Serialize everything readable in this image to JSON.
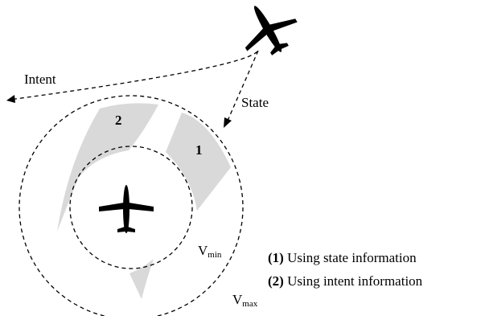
{
  "labels": {
    "intent": "Intent",
    "state": "State",
    "zone_1": "1",
    "zone_2": "2",
    "v_min_base": "V",
    "v_min_sub": "min",
    "v_max_base": "V",
    "v_max_sub": "max"
  },
  "legend": [
    {
      "key": "(1)",
      "text": "Using state information"
    },
    {
      "key": "(2)",
      "text": "Using intent information"
    }
  ],
  "colors": {
    "region_fill": "#d9d9d9",
    "line": "#000000",
    "aircraft": "#000000"
  }
}
